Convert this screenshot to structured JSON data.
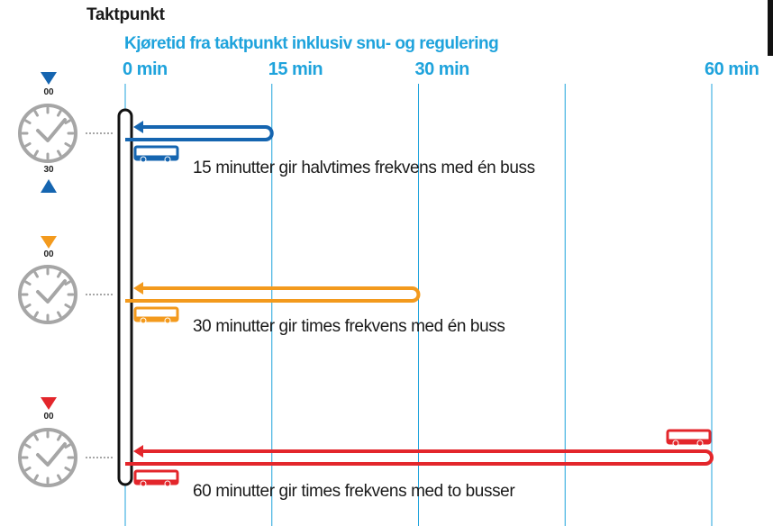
{
  "title": "Taktpunkt",
  "subtitle": "Kjøretid fra taktpunkt inklusiv snu- og regulering",
  "axis": {
    "ticks": [
      {
        "label": "0 min",
        "value": 0
      },
      {
        "label": "15 min",
        "value": 15
      },
      {
        "label": "30 min",
        "value": 30
      },
      {
        "label": "60 min",
        "value": 60
      }
    ],
    "gridlines": [
      0,
      15,
      30,
      45,
      60
    ],
    "range": [
      0,
      60
    ]
  },
  "colors": {
    "accent": "#1fa3dc",
    "blue": "#1565b0",
    "orange": "#f39a1d",
    "red": "#e3262b",
    "clock": "#a6a6a6",
    "text": "#1a1a1a"
  },
  "rows": [
    {
      "id": "blue",
      "color": "#1565b0",
      "travel_minutes": 15,
      "buses": 1,
      "clock_top_label": "00",
      "clock_bottom_label": "30",
      "caption": "15 minutter gir halvtimes frekvens med én buss"
    },
    {
      "id": "orange",
      "color": "#f39a1d",
      "travel_minutes": 30,
      "buses": 1,
      "clock_top_label": "00",
      "caption": "30 minutter gir times frekvens med én buss"
    },
    {
      "id": "red",
      "color": "#e3262b",
      "travel_minutes": 60,
      "buses": 2,
      "clock_top_label": "00",
      "caption": "60 minutter gir times frekvens med to busser"
    }
  ]
}
